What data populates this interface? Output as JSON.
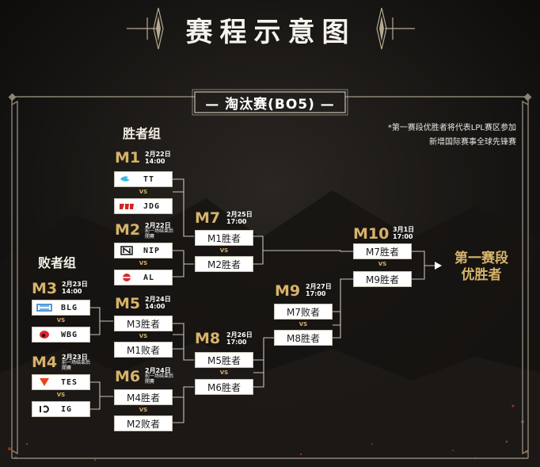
{
  "title": "赛程示意图",
  "stage": "— 淘汰赛(BO5) —",
  "note": [
    "*第一赛段优胜者将代表LPL赛区参加",
    "新增国际赛事全球先锋赛"
  ],
  "groups": {
    "winners": "胜者组",
    "losers": "败者组"
  },
  "vs": "VS",
  "matches": {
    "m1": {
      "label": "M1",
      "date": "2月22日",
      "time": "14:00",
      "slots": [
        {
          "name": "TT",
          "logo": "tt-logo"
        },
        {
          "name": "JDG",
          "logo": "jdg-logo"
        }
      ]
    },
    "m2": {
      "label": "M2",
      "date": "2月22日",
      "sub1": "前一场结束后",
      "sub2": "開賽",
      "slots": [
        {
          "name": "NIP",
          "logo": "nip-logo"
        },
        {
          "name": "AL",
          "logo": "al-logo"
        }
      ]
    },
    "m3": {
      "label": "M3",
      "date": "2月23日",
      "time": "14:00",
      "slots": [
        {
          "name": "BLG",
          "logo": "blg-logo"
        },
        {
          "name": "WBG",
          "logo": "wbg-logo"
        }
      ]
    },
    "m4": {
      "label": "M4",
      "date": "2月23日",
      "sub1": "前一场结束后",
      "sub2": "開賽",
      "slots": [
        {
          "name": "TES",
          "logo": "tes-logo"
        },
        {
          "name": "IG",
          "logo": "ig-logo"
        }
      ]
    },
    "m5": {
      "label": "M5",
      "date": "2月24日",
      "time": "14:00",
      "slots": [
        "M3胜者",
        "M1败者"
      ]
    },
    "m6": {
      "label": "M6",
      "date": "2月24日",
      "sub1": "前一场结束后",
      "sub2": "開賽",
      "slots": [
        "M4胜者",
        "M2败者"
      ]
    },
    "m7": {
      "label": "M7",
      "date": "2月25日",
      "time": "17:00",
      "slots": [
        "M1胜者",
        "M2胜者"
      ]
    },
    "m8": {
      "label": "M8",
      "date": "2月26日",
      "time": "17:00",
      "slots": [
        "M5胜者",
        "M6胜者"
      ]
    },
    "m9": {
      "label": "M9",
      "date": "2月27日",
      "time": "17:00",
      "slots": [
        "M7败者",
        "M8胜者"
      ]
    },
    "m10": {
      "label": "M10",
      "date": "3月1日",
      "time": "17:00",
      "slots": [
        "M7胜者",
        "M9胜者"
      ]
    }
  },
  "winner": [
    "第一赛段",
    "优胜者"
  ],
  "colors": {
    "accent": "#d7b36a",
    "background": "#0f0e0d",
    "frame": "#8c8577",
    "slot": "#ffffff"
  }
}
